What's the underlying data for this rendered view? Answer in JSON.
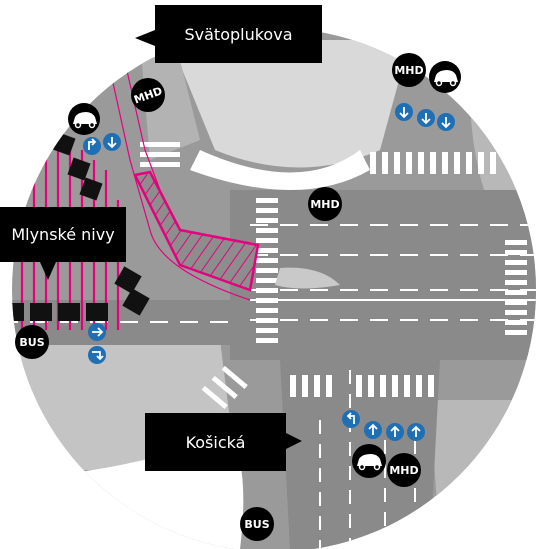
{
  "streets": {
    "north": "Svätoplukova",
    "west": "Mlynské nivy",
    "south": "Košická"
  },
  "badges": {
    "mhd": "MHD",
    "bus": "BUS"
  },
  "colors": {
    "background": "#ffffff",
    "road": "#8d8d8d",
    "road_dark": "#7a7a7a",
    "sidewalk": "#bdbdbd",
    "marking": "#ffffff",
    "highlight": "#e6007e",
    "sign_blue": "#1f6fb5",
    "label_bg": "#000000"
  },
  "icons": {
    "car": "car-icon",
    "lane_arrow": "lane-arrow-icon",
    "barrier": "barrier-block-icon"
  }
}
